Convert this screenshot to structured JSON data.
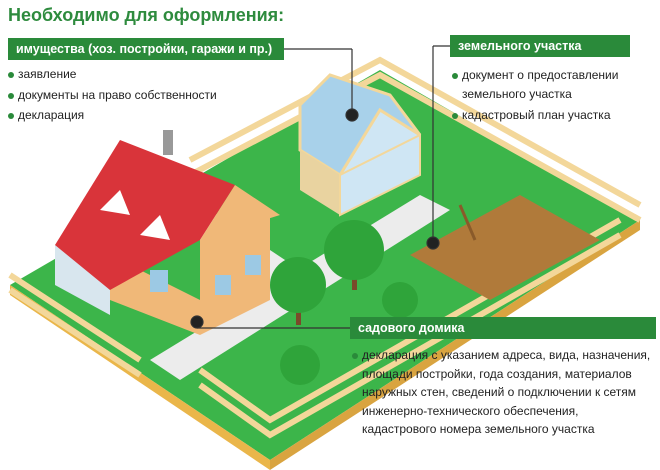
{
  "title": "Необходимо для оформления:",
  "sections": [
    {
      "label": "имущества (хоз. постройки, гаражи и пр.)",
      "items": [
        "заявление",
        "документы на право собственности",
        "декларация"
      ]
    },
    {
      "label": "земельного участка",
      "items": [
        "документ о предоставлении земельного участка",
        "кадастровый план участка"
      ]
    },
    {
      "label": "садового домика",
      "items": [
        "декларация с указанием адреса, вида, назначения, площади постройки, года создания, материалов наружных стен, сведений о подключении к сетям инженерно-технического обеспечения, кадастрового номера земельного участка"
      ]
    }
  ],
  "colors": {
    "accent": "#2a8a3a",
    "lawn": "#3cb54a",
    "fence": "#f3d79a",
    "roof": "#d9343a",
    "wall": "#f0b878"
  }
}
